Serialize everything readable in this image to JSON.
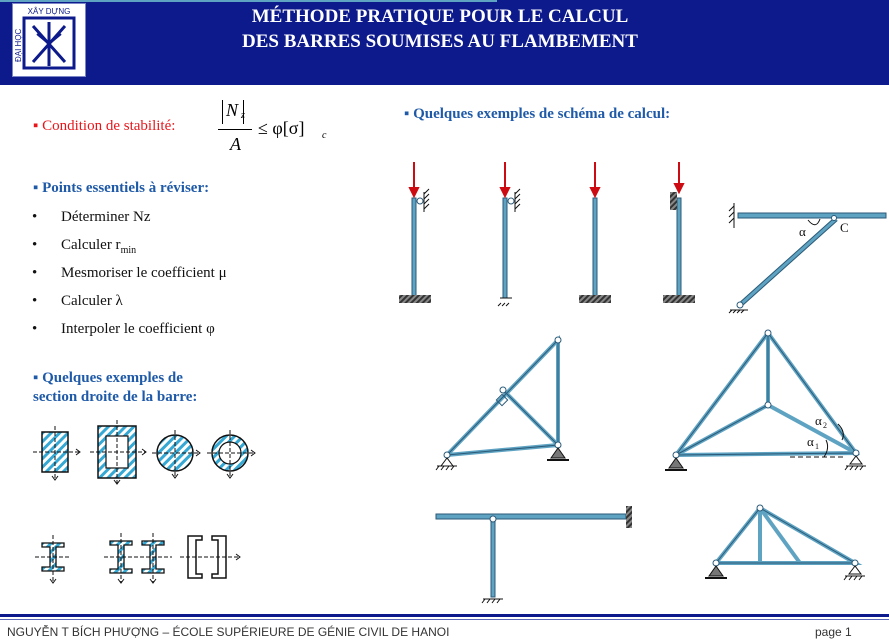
{
  "logo": {
    "arc_text": "XÂY DỰNG",
    "side_text": "ĐẠI HỌC"
  },
  "header": {
    "title_line1": "MÉTHODE PRATIQUE POUR LE CALCUL",
    "title_line2": "DES BARRES SOUMISES AU FLAMBEMENT"
  },
  "stability": {
    "label": "Condition de stabilité:",
    "numerator": "N",
    "subscript": "z",
    "denominator": "A",
    "relation": "≤ φ[σ]",
    "relation_sub": "c"
  },
  "points": {
    "heading": "Points essentiels à réviser:",
    "items": [
      {
        "text": "Déterminer Nz",
        "sub": ""
      },
      {
        "text": "Calculer r",
        "sub": "min"
      },
      {
        "text": "Mesmoriser le coefficient  μ",
        "sub": ""
      },
      {
        "text": "Calculer λ",
        "sub": ""
      },
      {
        "text": "Interpoler le coefficient φ",
        "sub": ""
      }
    ]
  },
  "sections": {
    "heading_line1": "Quelques exemples de",
    "heading_line2": "section droite de la barre:"
  },
  "schemes": {
    "heading": "Quelques exemples de schéma de calcul:",
    "label_alpha": "α",
    "label_c": "C",
    "label_alpha2": "α",
    "label_alpha2_sub": "2",
    "label_alpha1": "α",
    "label_alpha1_sub": "1"
  },
  "footer": {
    "text": "NGUYỄN T BÍCH PHƯỢNG – ÉCOLE SUPÉRIEURE DE GÉNIE CIVIL DE HANOI",
    "page": "page 1"
  },
  "colors": {
    "header_bg": "#0d1a8c",
    "bar": "#5fa3c2",
    "hatch": "#35a8d4",
    "red": "#e8161b",
    "heading_blue": "#1f5aa8"
  }
}
